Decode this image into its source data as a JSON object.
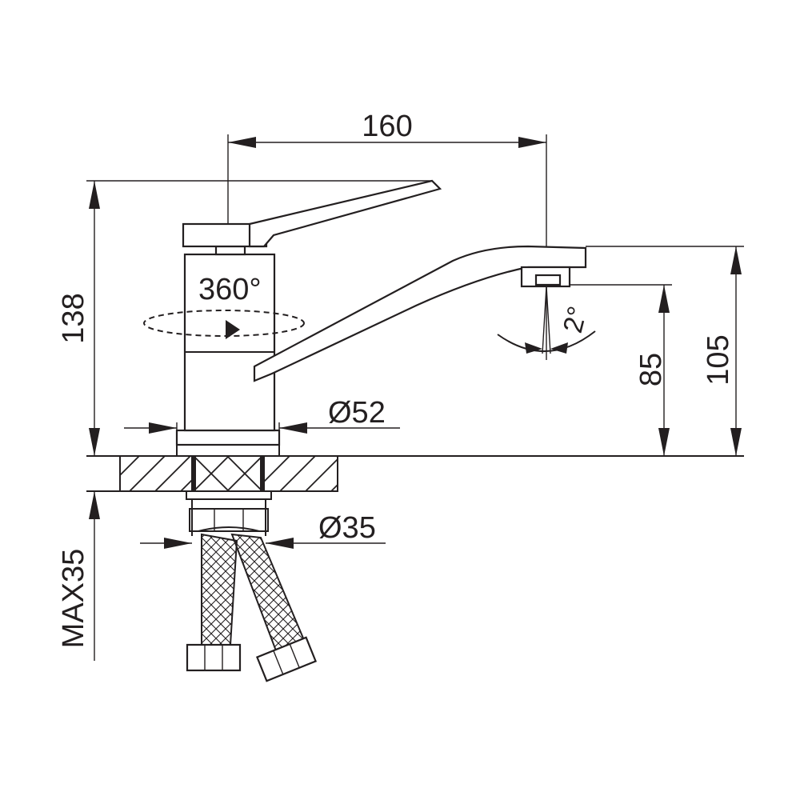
{
  "dimensions": {
    "spout_reach": "160",
    "total_height": "138",
    "spout_outlet_height": "85",
    "spout_top_height": "105",
    "body_diameter": "Ø52",
    "shank_diameter": "Ø35",
    "max_countertop": "MAX35"
  },
  "angles": {
    "body_rotation": "360°",
    "aerator_swivel": "2°"
  },
  "colors": {
    "line": "#231f20",
    "background": "#ffffff"
  }
}
